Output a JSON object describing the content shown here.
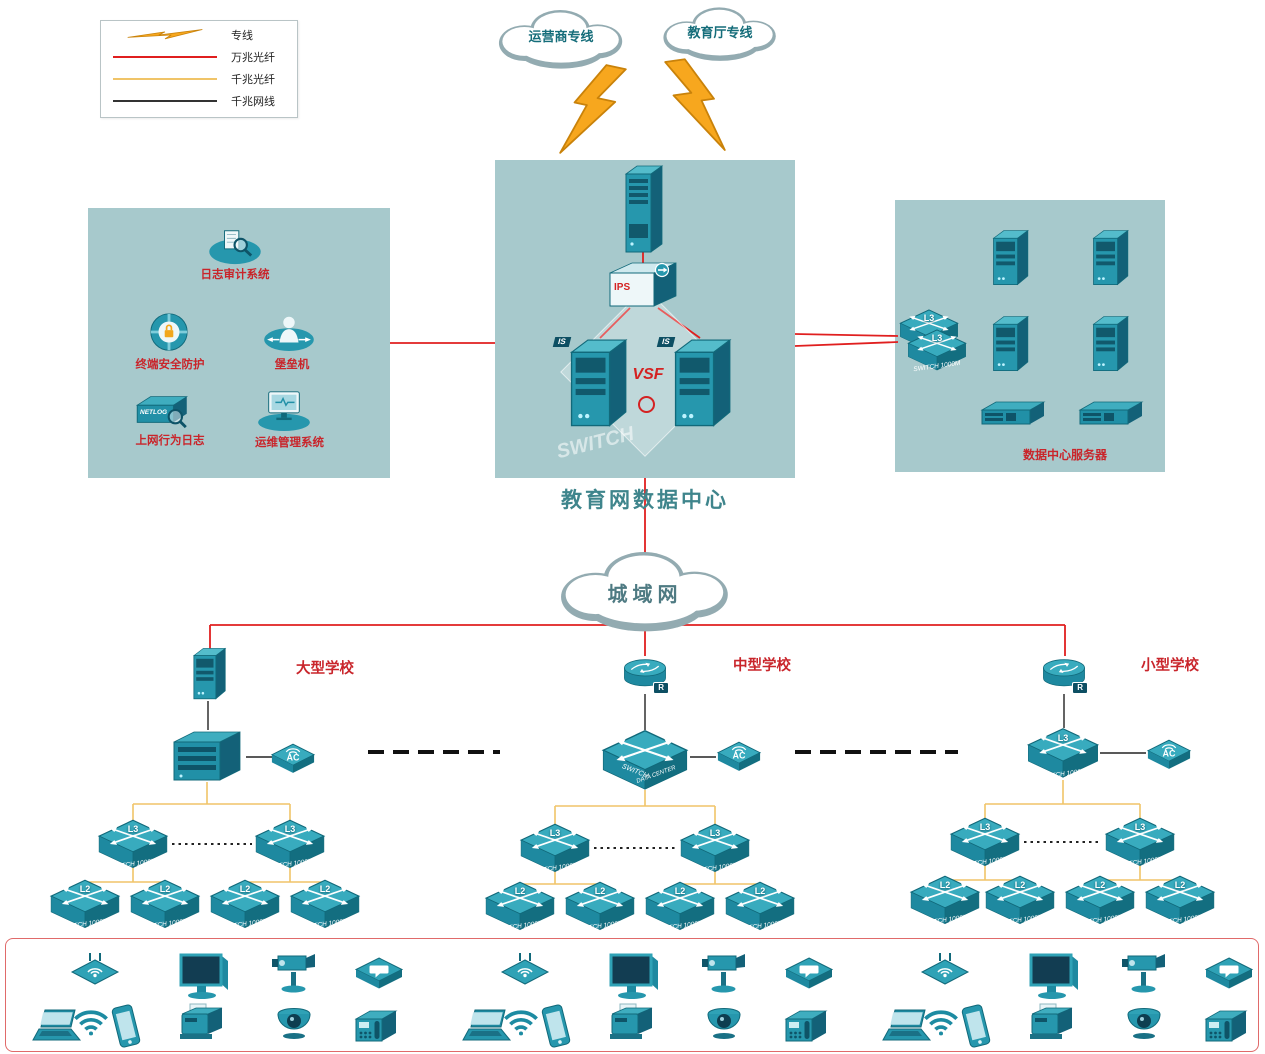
{
  "legend": {
    "items": [
      {
        "label": "专线"
      },
      {
        "label": "万兆光纤"
      },
      {
        "label": "千兆光纤"
      },
      {
        "label": "千兆网线"
      }
    ]
  },
  "clouds": {
    "carrier": "运营商专线",
    "education": "教育厅专线",
    "metro": "城域网"
  },
  "core": {
    "title": "教育网数据中心",
    "ips_label": "IPS",
    "vsf_label": "VSF",
    "switch_watermark": "SWITCH",
    "server_tag": "IS"
  },
  "security_zone": {
    "log_audit": "日志审计系统",
    "terminal_protection": "终端安全防护",
    "bastion_host": "堡垒机",
    "net_behavior_log": "上网行为日志",
    "ops_management": "运维管理系统",
    "netlog_tag": "NETLOG"
  },
  "server_zone": {
    "title": "数据中心服务器"
  },
  "schools": {
    "large": "大型学校",
    "medium": "中型学校",
    "small": "小型学校"
  },
  "devices": {
    "l3_badge": "L3",
    "l2_badge": "L2",
    "ac_badge": "AC",
    "router_badge": "R",
    "switch_1000m": "SWITCH 1000M",
    "switch_word": "SWITCH",
    "data_center": "DATA CENTER"
  },
  "colors": {
    "zone_teal": "#a7c9cc",
    "line_red": "#e01f1f",
    "line_yellow": "#f0c468",
    "line_black": "#222222",
    "label_red": "#c9252b",
    "device_teal": "#2697ad"
  }
}
